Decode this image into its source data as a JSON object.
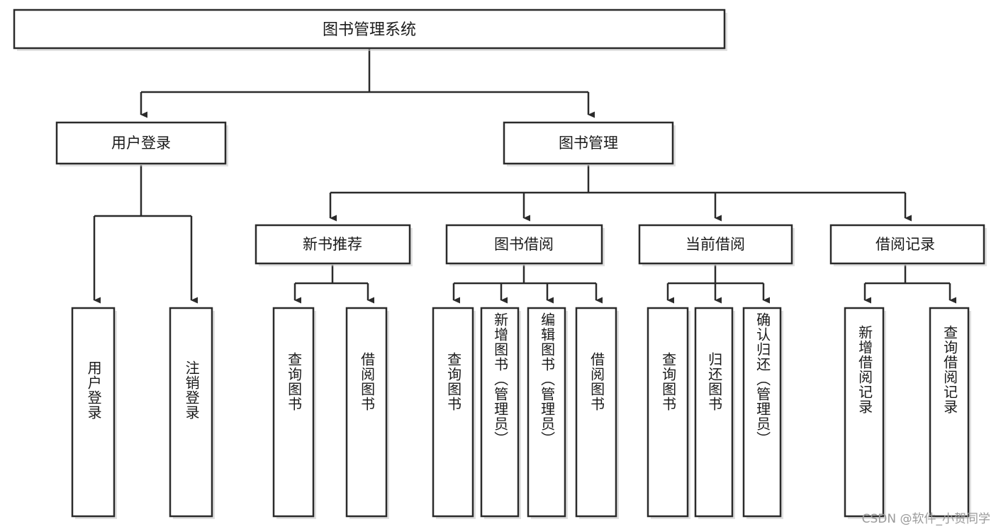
{
  "diagram": {
    "title": "图书管理系统",
    "type": "tree-hierarchy",
    "colors": {
      "box_stroke": "#2b2b2b",
      "box_fill": "#ffffff",
      "connector": "#2b2b2b",
      "text": "#1a1a1a",
      "watermark": "#9a9a9a",
      "background": "#ffffff"
    },
    "root": {
      "label": "图书管理系统"
    },
    "level2": [
      {
        "label": "用户登录"
      },
      {
        "label": "图书管理"
      }
    ],
    "level3": [
      {
        "label": "新书推荐"
      },
      {
        "label": "图书借阅"
      },
      {
        "label": "当前借阅"
      },
      {
        "label": "借阅记录"
      }
    ],
    "leaves": {
      "user_login": [
        {
          "label": "用户登录"
        },
        {
          "label": "注销登录"
        }
      ],
      "new_book_recommend": [
        {
          "label": "查询图书"
        },
        {
          "label": "借阅图书"
        }
      ],
      "book_borrow": [
        {
          "label": "查询图书"
        },
        {
          "label": "新增图书（管理员）"
        },
        {
          "label": "编辑图书（管理员）"
        },
        {
          "label": "借阅图书"
        }
      ],
      "current_borrow": [
        {
          "label": "查询图书"
        },
        {
          "label": "归还图书"
        },
        {
          "label": "确认归还（管理员）"
        }
      ],
      "borrow_record": [
        {
          "label": "新增借阅记录"
        },
        {
          "label": "查询借阅记录"
        }
      ]
    }
  },
  "watermark": {
    "text": "CSDN @软件_小贺同学"
  }
}
